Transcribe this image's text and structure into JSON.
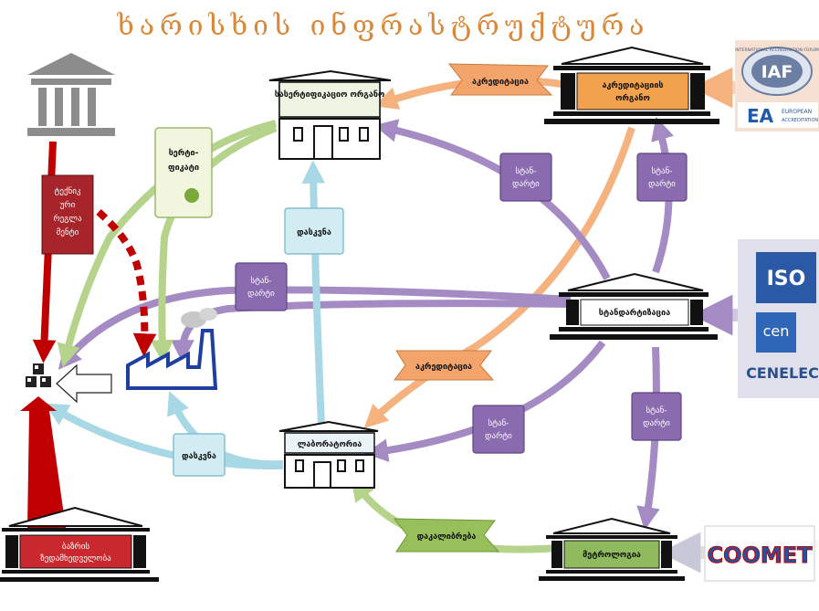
{
  "title": "ხარისხის ინფრასტრუქტურა",
  "nodes": {
    "certification": "სასერტიფიკაციო ორგანო",
    "accreditation": "აკრედიტაციის ორგანო",
    "standardization": "სტანდარტიზაცია",
    "laboratory": "ლაბორატორია",
    "metrology": "მეტროლოგია",
    "market": "ბაზრის ზედამხედველობა"
  },
  "badges": {
    "accreditation_top": "აკრედიტაცია",
    "accreditation_mid": "აკრედიტაცია",
    "calibration": "დაკალიბრება"
  },
  "scrolls": {
    "certificate": [
      "სერტი-",
      "ფიკატი"
    ],
    "conclusion_upper": "დასკვნა",
    "conclusion_lower": "დასკვნა",
    "standard_1": [
      "სტან-",
      "დარტი"
    ],
    "standard_2": [
      "სტან-",
      "დარტი"
    ],
    "standard_3": [
      "სტან-",
      "დარტი"
    ],
    "standard_4": [
      "სტან-",
      "დარტი"
    ],
    "standard_5": [
      "სტან-",
      "დარტი"
    ]
  },
  "tech_regulation": [
    "ტექნიკ",
    "ური",
    "რეგლა",
    "მენტი"
  ],
  "logos": {
    "iaf": "IAF",
    "iaf_ring": "INTERNATIONAL ACCREDITATION FORUM",
    "ea": "EA",
    "ea_line1": "EUROPEAN",
    "ea_line2": "ACCREDITATION",
    "iso": "ISO",
    "cen": "cen",
    "cenelec": "CENELEC",
    "coomet": "COOMET"
  },
  "colors": {
    "title": "#d9883a",
    "accreditation_flow": "#f5b27f",
    "standard_flow": "#a58bc4",
    "standard_scroll": "#8a6bb0",
    "conclusion_flow": "#a8d8e6",
    "certificate_flow": "#b5d38a",
    "regulation": "#c00000",
    "badge_orange": "#f3a46a",
    "badge_green": "#98c05a"
  }
}
